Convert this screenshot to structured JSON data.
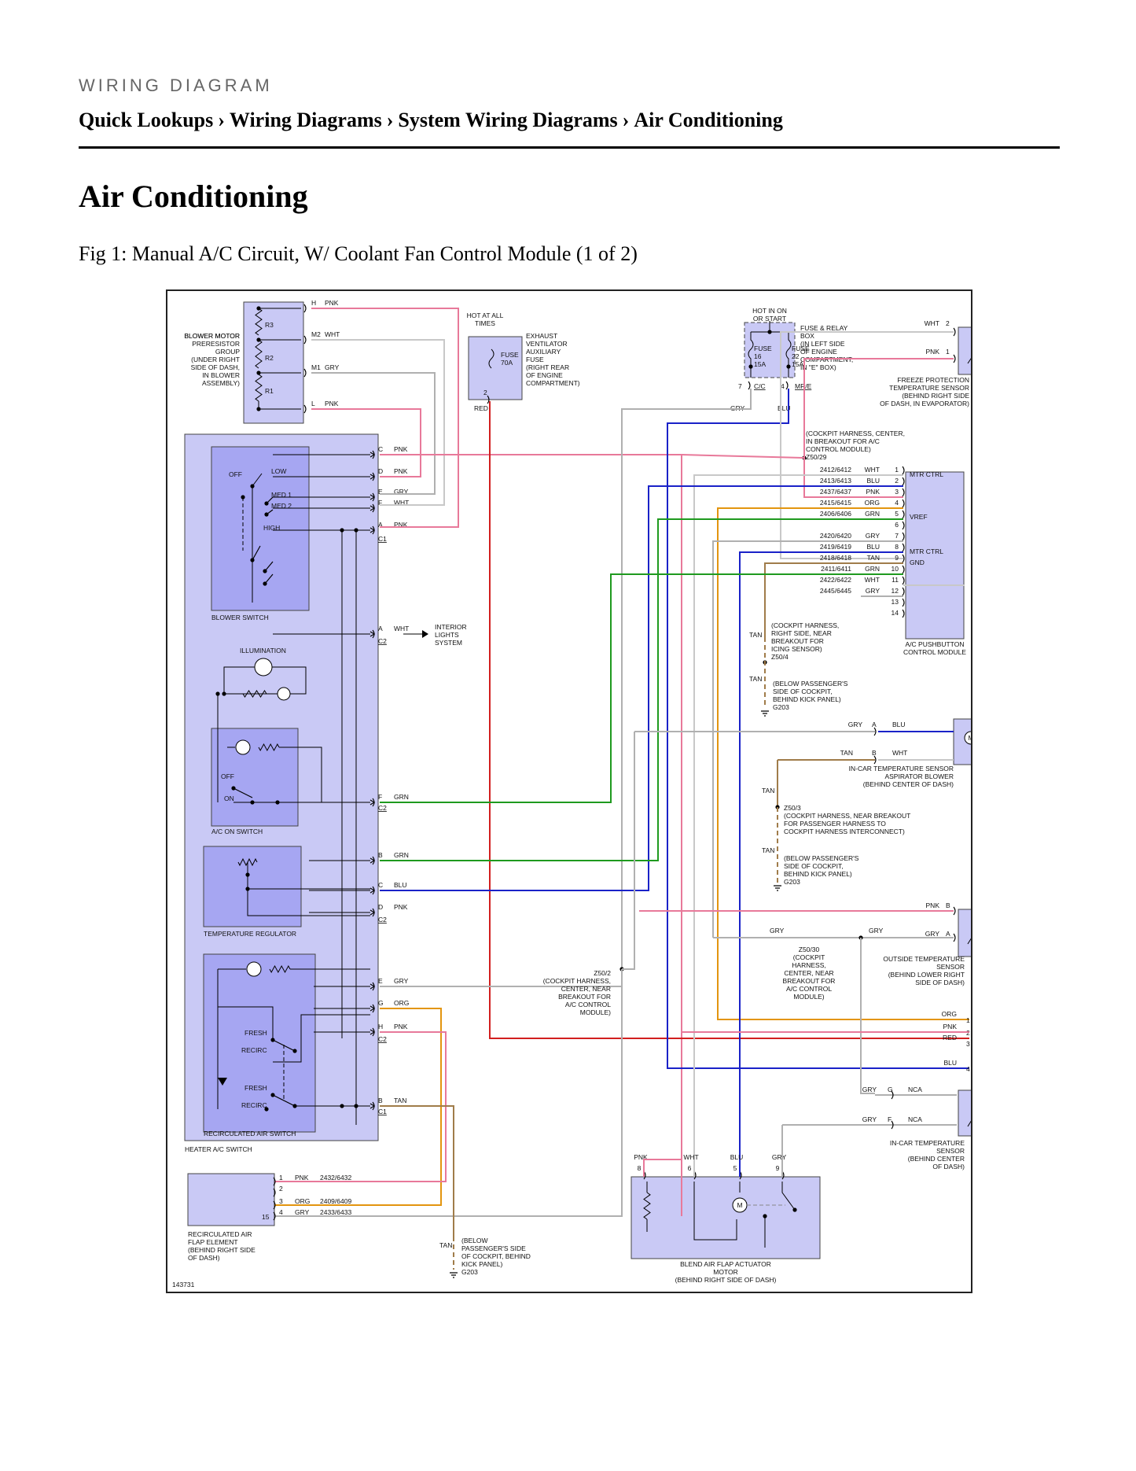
{
  "header": {
    "kicker": "WIRING DIAGRAM",
    "breadcrumb": [
      "Quick Lookups",
      "Wiring Diagrams",
      "System Wiring Diagrams",
      "Air Conditioning"
    ],
    "separator": "›"
  },
  "page_title": "Air Conditioning",
  "figure_caption": "Fig 1: Manual A/C Circuit, W/ Coolant Fan Control Module (1 of 2)",
  "diagram": {
    "figure_number": "143731",
    "colors": {
      "PNK": "#e8799a",
      "WHT": "#c8c8c8",
      "GRY": "#b0b0b0",
      "RED": "#d21f1f",
      "BLU": "#1a22c8",
      "GRN": "#1f9a1f",
      "ORG": "#e3950f",
      "TAN": "#a07c4a",
      "box": "#c9c9f5",
      "box_dark": "#a6a6f2"
    },
    "components": {
      "blower_resistor": [
        "BLOWER MOTOR",
        "PRERESISTOR",
        "GROUP",
        "(UNDER RIGHT",
        "SIDE OF DASH,",
        "IN BLOWER",
        "ASSEMBLY)"
      ],
      "resistors": [
        "R3",
        "R2",
        "R1"
      ],
      "resistor_pins": [
        {
          "pin": "H",
          "color": "PNK"
        },
        {
          "pin": "M2",
          "color": "WHT"
        },
        {
          "pin": "M1",
          "color": "GRY"
        },
        {
          "pin": "L",
          "color": "PNK"
        }
      ],
      "hot_at_all_times": [
        "HOT AT ALL",
        "TIMES"
      ],
      "fuse70": [
        "FUSE",
        "70A"
      ],
      "exhaust_fuse": [
        "EXHAUST",
        "VENTILATOR",
        "AUXILIARY",
        "FUSE",
        "(RIGHT REAR",
        "OF ENGINE",
        "COMPARTMENT)"
      ],
      "hot_in_on": [
        "HOT IN ON",
        "OR START"
      ],
      "fuse16": [
        "FUSE",
        "16",
        "15A"
      ],
      "fuse22": [
        "FUSE",
        "22",
        "15A"
      ],
      "fuse_relay_box": [
        "FUSE & RELAY",
        "BOX",
        "(IN LEFT SIDE",
        "OF ENGINE",
        "COMPARTMENT,",
        "IN \"E\" BOX)"
      ],
      "fuse_box_pins": [
        "2",
        "7",
        "C/C",
        "4",
        "MR/E"
      ],
      "fuse_wire_colors": [
        "RED",
        "GRY",
        "BLU"
      ],
      "freeze_sensor": [
        "FREEZE PROTECTION",
        "TEMPERATURE SENSOR",
        "(BEHIND RIGHT SIDE",
        "OF DASH, IN EVAPORATOR)"
      ],
      "freeze_pins": [
        {
          "color": "WHT",
          "pin": "2"
        },
        {
          "color": "PNK",
          "pin": "1"
        }
      ],
      "z50_29": [
        "(COCKPIT HARNESS, CENTER,",
        "IN BREAKOUT FOR A/C",
        "CONTROL MODULE)",
        "Z50/29"
      ],
      "blower_switch_labels": [
        "OFF",
        "LOW",
        "MED 1",
        "MED 2",
        "HIGH",
        "BLOWER SWITCH"
      ],
      "c1_pins": [
        {
          "pin": "C",
          "color": "PNK"
        },
        {
          "pin": "D",
          "color": "PNK"
        },
        {
          "pin": "E",
          "color": "GRY"
        },
        {
          "pin": "F",
          "color": "WHT"
        },
        {
          "pin": "A",
          "color": "PNK"
        }
      ],
      "connector_c1": "C1",
      "connector_c2": "C2",
      "illumination": "ILLUMINATION",
      "interior_lights": [
        "INTERIOR",
        "LIGHTS",
        "SYSTEM"
      ],
      "c2_a": {
        "pin": "A",
        "color": "WHT"
      },
      "ac_on_switch": [
        "OFF",
        "ON",
        "A/C ON SWITCH"
      ],
      "c2_f": {
        "pin": "F",
        "color": "GRN"
      },
      "temp_regulator": "TEMPERATURE REGULATOR",
      "c2_pins_temp": [
        {
          "pin": "B",
          "color": "GRN"
        },
        {
          "pin": "C",
          "color": "BLU"
        },
        {
          "pin": "D",
          "color": "PNK"
        }
      ],
      "recirc_switch": [
        "FRESH",
        "RECIRC",
        "FRESH",
        "RECIRC",
        "RECIRCULATED AIR SWITCH"
      ],
      "c2_pins_recirc": [
        {
          "pin": "E",
          "color": "GRY"
        },
        {
          "pin": "G",
          "color": "ORG"
        },
        {
          "pin": "H",
          "color": "PNK"
        }
      ],
      "c1_b": {
        "pin": "B",
        "color": "TAN"
      },
      "heater_ac_switch": "HEATER A/C SWITCH",
      "z50_2": [
        "Z50/2",
        "(COCKPIT HARNESS,",
        "CENTER, NEAR",
        "BREAKOUT FOR",
        "A/C CONTROL",
        "MODULE)"
      ],
      "module_pins": [
        {
          "wire": "2412/6412",
          "color": "WHT",
          "pin": "1"
        },
        {
          "wire": "2413/6413",
          "color": "BLU",
          "pin": "2"
        },
        {
          "wire": "2437/6437",
          "color": "PNK",
          "pin": "3"
        },
        {
          "wire": "2415/6415",
          "color": "ORG",
          "pin": "4"
        },
        {
          "wire": "2406/6406",
          "color": "GRN",
          "pin": "5"
        },
        {
          "wire": "",
          "color": "",
          "pin": "6"
        },
        {
          "wire": "2420/6420",
          "color": "GRY",
          "pin": "7"
        },
        {
          "wire": "2419/6419",
          "color": "BLU",
          "pin": "8"
        },
        {
          "wire": "2418/6418",
          "color": "TAN",
          "pin": "9"
        },
        {
          "wire": "2411/6411",
          "color": "GRN",
          "pin": "10"
        },
        {
          "wire": "2422/6422",
          "color": "WHT",
          "pin": "11"
        },
        {
          "wire": "2445/6445",
          "color": "GRY",
          "pin": "12"
        },
        {
          "wire": "",
          "color": "",
          "pin": "13"
        },
        {
          "wire": "",
          "color": "",
          "pin": "14"
        }
      ],
      "module_internal": [
        "MTR CTRL",
        "VREF",
        "MTR CTRL",
        "GND"
      ],
      "ac_module": [
        "A/C PUSHBUTTON",
        "CONTROL MODULE"
      ],
      "z50_4": [
        "(COCKPIT HARNESS,",
        "RIGHT SIDE, NEAR",
        "BREAKOUT FOR",
        "ICING SENSOR)",
        "Z50/4"
      ],
      "tan": "TAN",
      "g203_a": [
        "(BELOW PASSENGER'S",
        "SIDE OF COCKPIT,",
        "BEHIND KICK PANEL)",
        "G203"
      ],
      "aspirator": [
        "IN-CAR TEMPERATURE SENSOR",
        "ASPIRATOR BLOWER",
        "(BEHIND CENTER OF DASH)"
      ],
      "aspirator_pins": [
        {
          "color": "GRY",
          "pin": "A",
          "out": "BLU"
        },
        {
          "color": "TAN",
          "pin": "B",
          "out": "WHT"
        }
      ],
      "z50_3": [
        "Z50/3",
        "(COCKPIT HARNESS, NEAR BREAKOUT",
        "FOR PASSENGER HARNESS TO",
        "COCKPIT HARNESS INTERCONNECT)"
      ],
      "g203_b": [
        "(BELOW PASSENGER'S",
        "SIDE OF COCKPIT,",
        "BEHIND KICK PANEL)",
        "G203"
      ],
      "outside_sensor": [
        "OUTSIDE TEMPERATURE",
        "SENSOR",
        "(BEHIND LOWER RIGHT",
        "SIDE OF DASH)"
      ],
      "outside_pins": [
        {
          "color": "PNK",
          "pin": "B"
        },
        {
          "color": "GRY",
          "pin": "A"
        }
      ],
      "z50_30": [
        "Z50/30",
        "(COCKPIT",
        "HARNESS,",
        "CENTER, NEAR",
        "BREAKOUT FOR",
        "A/C CONTROL",
        "MODULE)"
      ],
      "gry": "GRY",
      "to_next": [
        {
          "color": "ORG",
          "n": "1"
        },
        {
          "color": "PNK",
          "n": "2"
        },
        {
          "color": "RED",
          "n": "3"
        },
        {
          "color": "BLU",
          "n": "4"
        }
      ],
      "incar_sensor": [
        "IN-CAR TEMPERATURE",
        "SENSOR",
        "(BEHIND CENTER",
        "OF DASH)"
      ],
      "incar_pins": [
        {
          "color": "GRY",
          "pin": "G",
          "out": "NCA"
        },
        {
          "color": "GRY",
          "pin": "F",
          "out": "NCA"
        }
      ],
      "recirc_element": [
        "RECIRCULATED AIR",
        "FLAP ELEMENT",
        "(BEHIND RIGHT SIDE",
        "OF DASH)"
      ],
      "recirc_element_pins": [
        {
          "pin": "1",
          "color": "PNK",
          "wire": "2432/6432"
        },
        {
          "pin": "2",
          "color": "",
          "wire": ""
        },
        {
          "pin": "3",
          "color": "ORG",
          "wire": "2409/6409"
        },
        {
          "pin": "4",
          "color": "GRY",
          "wire": "2433/6433"
        }
      ],
      "recirc_element_15": "15",
      "g203_c": [
        "(BELOW",
        "PASSENGER'S SIDE",
        "OF COCKPIT, BEHIND",
        "KICK PANEL)",
        "G203"
      ],
      "blend_motor": [
        "BLEND AIR FLAP ACTUATOR",
        "MOTOR",
        "(BEHIND RIGHT SIDE OF DASH)"
      ],
      "blend_pins": [
        {
          "color": "PNK",
          "pin": "8"
        },
        {
          "color": "WHT",
          "pin": "6"
        },
        {
          "color": "BLU",
          "pin": "5"
        },
        {
          "color": "GRY",
          "pin": "9"
        }
      ],
      "motor": "M"
    }
  }
}
